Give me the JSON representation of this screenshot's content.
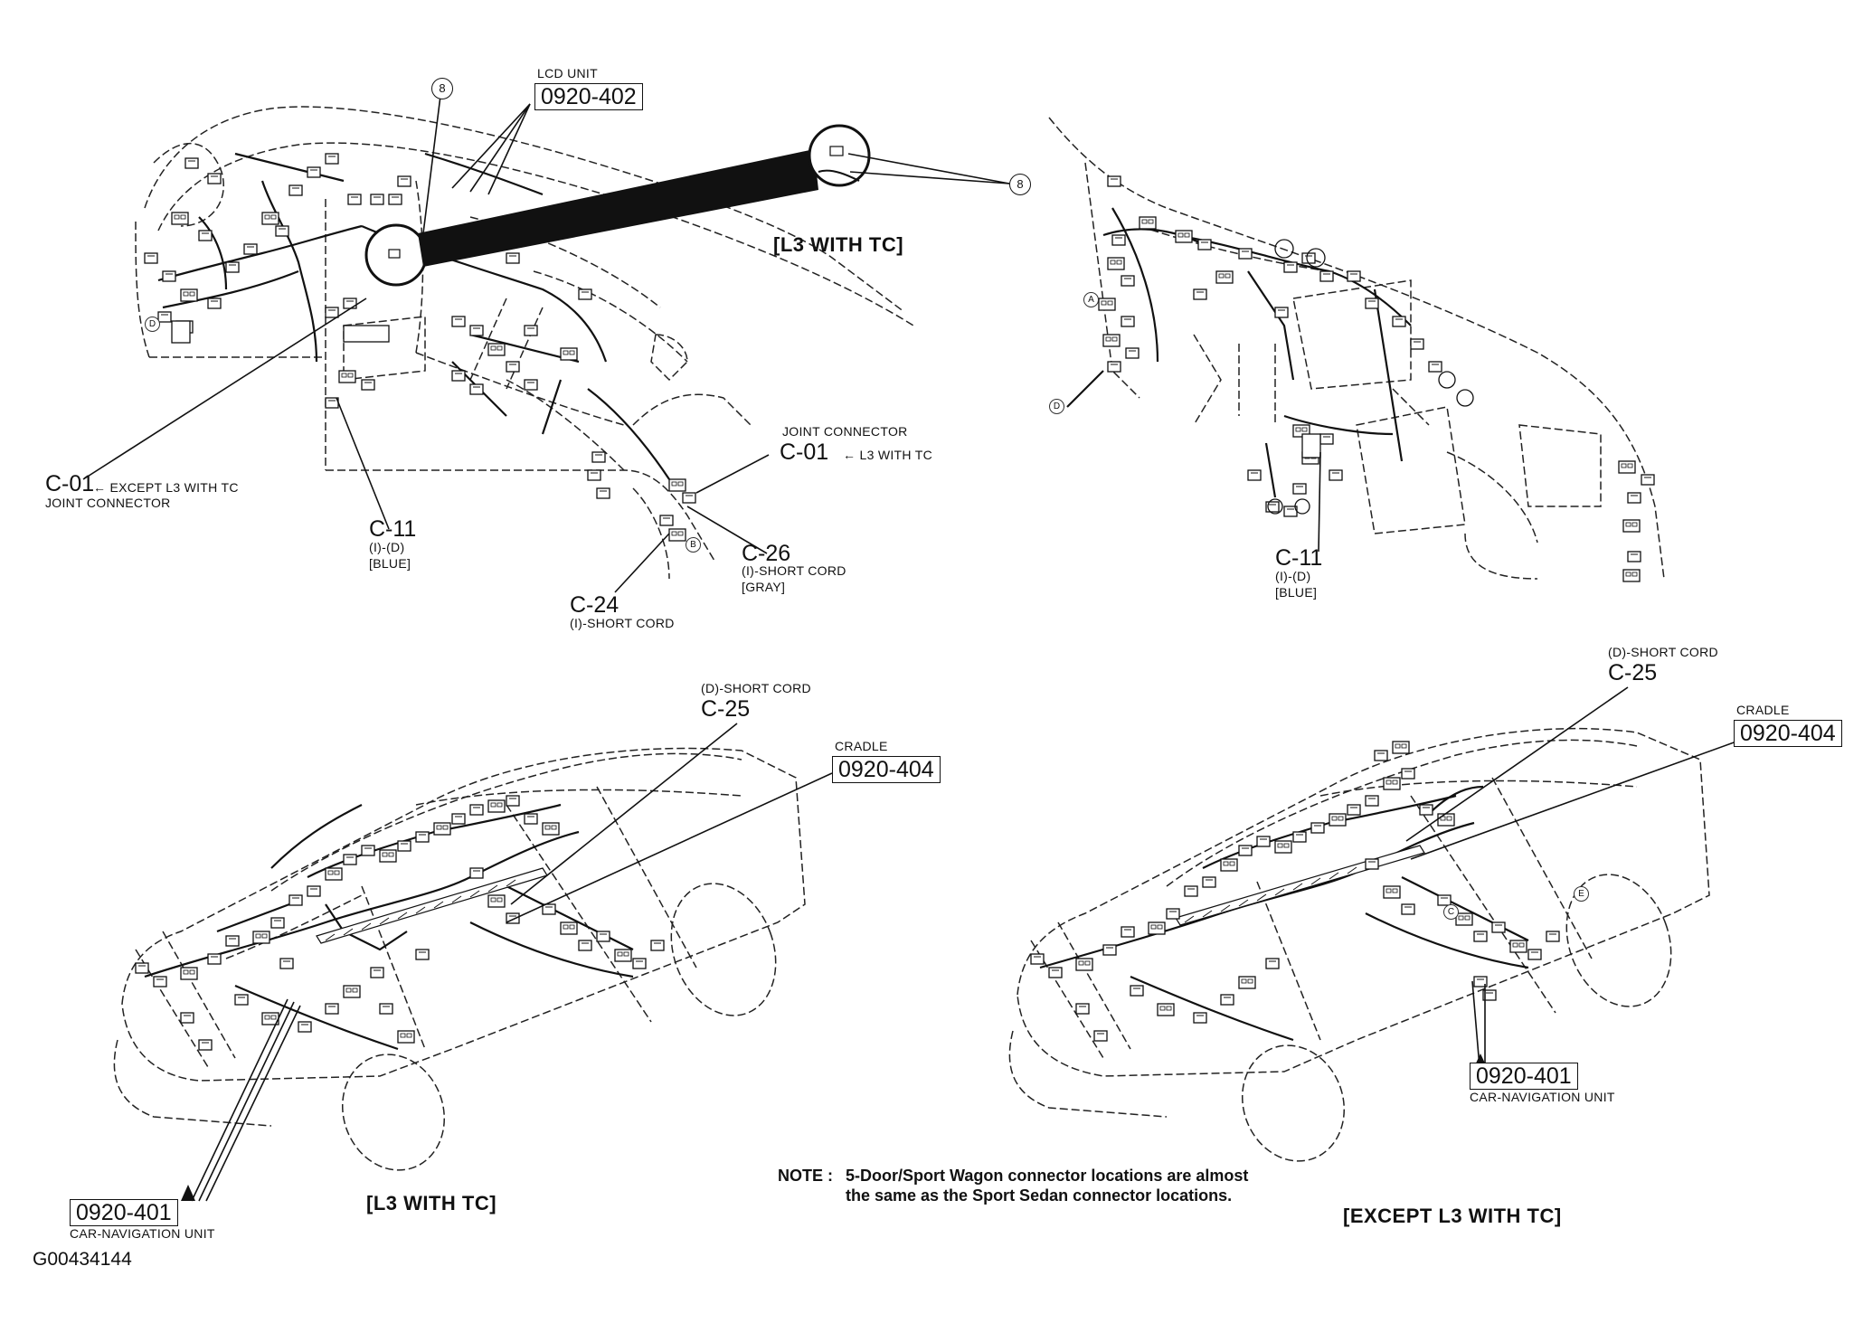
{
  "figure_id": "G00434144",
  "views": {
    "dash_main": {
      "title": ""
    },
    "dash_detail": {
      "title": "[L3 WITH TC]"
    },
    "car_left": {
      "title": "[L3 WITH TC]"
    },
    "car_right": {
      "title": "[EXCEPT L3 WITH TC]"
    }
  },
  "labels": {
    "lcd_unit_caption": "LCD UNIT",
    "lcd_unit_code": "0920-402",
    "callout_8a": "8",
    "callout_8b": "8",
    "c01_left_code": "C-01",
    "c01_left_arrow": "← EXCEPT L3 WITH TC",
    "c01_left_caption": "JOINT CONNECTOR",
    "c11_left_code": "C-11",
    "c11_left_line1": "(I)-(D)",
    "c11_left_line2": "[BLUE]",
    "c01_mid_caption": "JOINT CONNECTOR",
    "c01_mid_code": "C-01",
    "c01_mid_arrow": "← L3 WITH TC",
    "c26_code": "C-26",
    "c26_line1": "(I)-SHORT CORD",
    "c26_line2": "[GRAY]",
    "c24_code": "C-24",
    "c24_line1": "(I)-SHORT CORD",
    "c11_right_code": "C-11",
    "c11_right_line1": "(I)-(D)",
    "c11_right_line2": "[BLUE]",
    "c25_left_line1": "(D)-SHORT CORD",
    "c25_left_code": "C-25",
    "cradle_left_caption": "CRADLE",
    "cradle_left_code": "0920-404",
    "nav_left_code": "0920-401",
    "nav_left_caption": "CAR-NAVIGATION UNIT",
    "c25_right_line1": "(D)-SHORT CORD",
    "c25_right_code": "C-25",
    "cradle_right_caption": "CRADLE",
    "cradle_right_code": "0920-404",
    "nav_right_code": "0920-401",
    "nav_right_caption": "CAR-NAVIGATION UNIT",
    "note_prefix": "NOTE :",
    "note_line1": "5-Door/Sport Wagon connector locations are almost",
    "note_line2": "the same as the Sport Sedan connector locations."
  },
  "location_markers": [
    "A",
    "B",
    "D",
    "E",
    "C",
    "D"
  ]
}
